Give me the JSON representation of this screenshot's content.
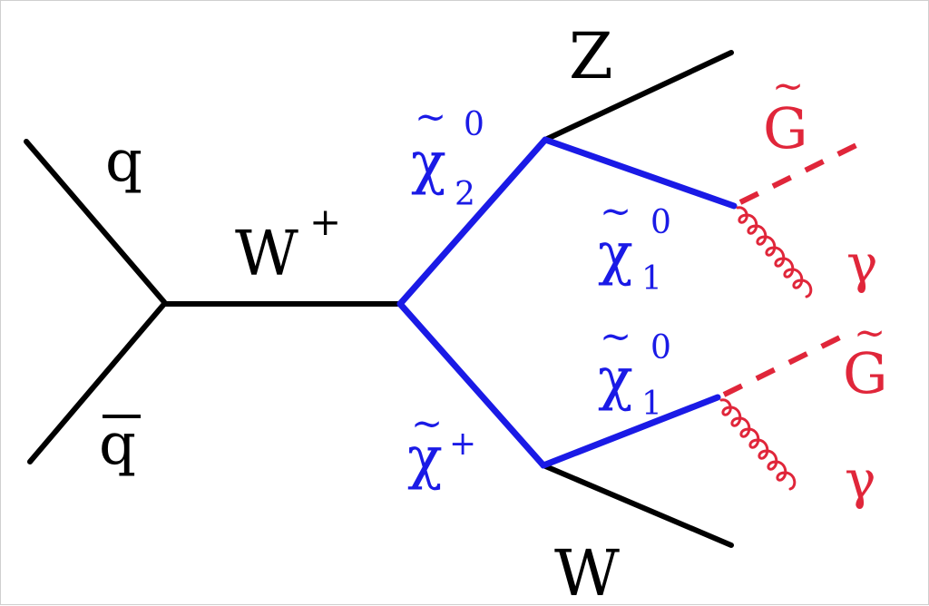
{
  "diagram": {
    "labels": {
      "q": "q",
      "qbar": "q",
      "w_plus": "W",
      "w_plus_sup": "+",
      "chi2_0": "χ",
      "chi2_0_sub": "2",
      "chi2_0_sup": "0",
      "chi_plus": "χ",
      "chi_plus_sup": "+",
      "z": "Z",
      "w": "W",
      "chi1_0_top": "χ",
      "chi1_0_top_sub": "1",
      "chi1_0_top_sup": "0",
      "chi1_0_bot": "χ",
      "chi1_0_bot_sub": "1",
      "chi1_0_bot_sup": "0",
      "gravitino_top": "G",
      "gravitino_bot": "G",
      "gamma_top": "γ",
      "gamma_bot": "γ",
      "tilde": "~"
    },
    "colors": {
      "standard_model": "#000000",
      "supersymmetric": "#1a1ae6",
      "gravitino_photon": "#e0263a"
    }
  }
}
